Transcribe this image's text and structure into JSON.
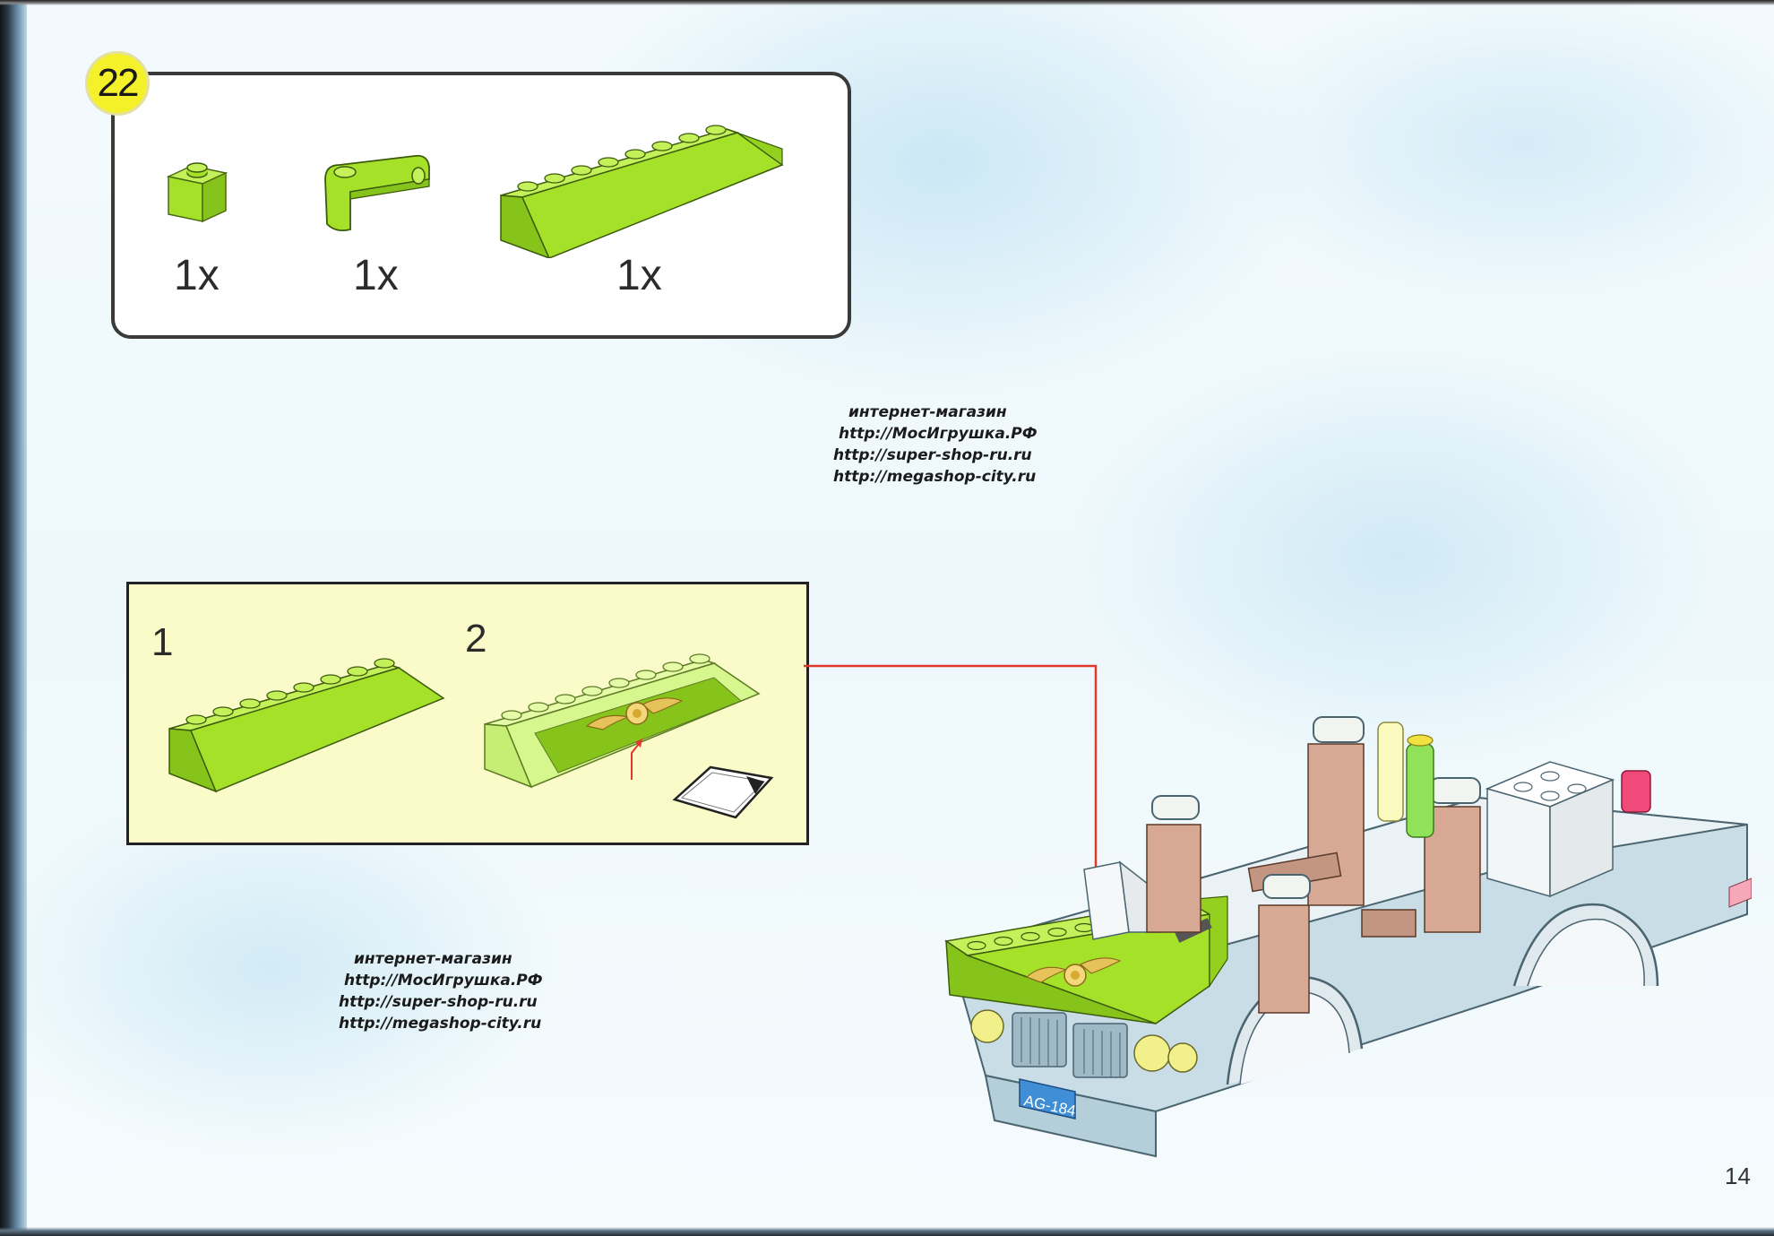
{
  "step": {
    "number": "22"
  },
  "parts": [
    {
      "name": "lime-1x1-brick",
      "qty": "1x"
    },
    {
      "name": "lime-angle-plate",
      "qty": "1x"
    },
    {
      "name": "lime-1x8-slope",
      "qty": "1x"
    }
  ],
  "subassembly": {
    "steps": [
      "1",
      "2"
    ]
  },
  "watermark_top": {
    "lines": [
      "интернет-магазин",
      "http://МосИгрушка.РФ",
      "http://super-shop-ru.ru",
      "http://megashop-city.ru"
    ]
  },
  "watermark_bottom": {
    "lines": [
      "интернет-магазин",
      "http://МосИгрушка.РФ",
      "http://super-shop-ru.ru",
      "http://megashop-city.ru"
    ]
  },
  "car": {
    "license_plate": "AG-184"
  },
  "page": {
    "number": "14"
  },
  "colors": {
    "lime": "#a6e12a",
    "lime_dark": "#7fb81c",
    "panel_bg": "#fbfbc9",
    "pointer": "#e23a2a",
    "badge": "#f4f12a"
  }
}
